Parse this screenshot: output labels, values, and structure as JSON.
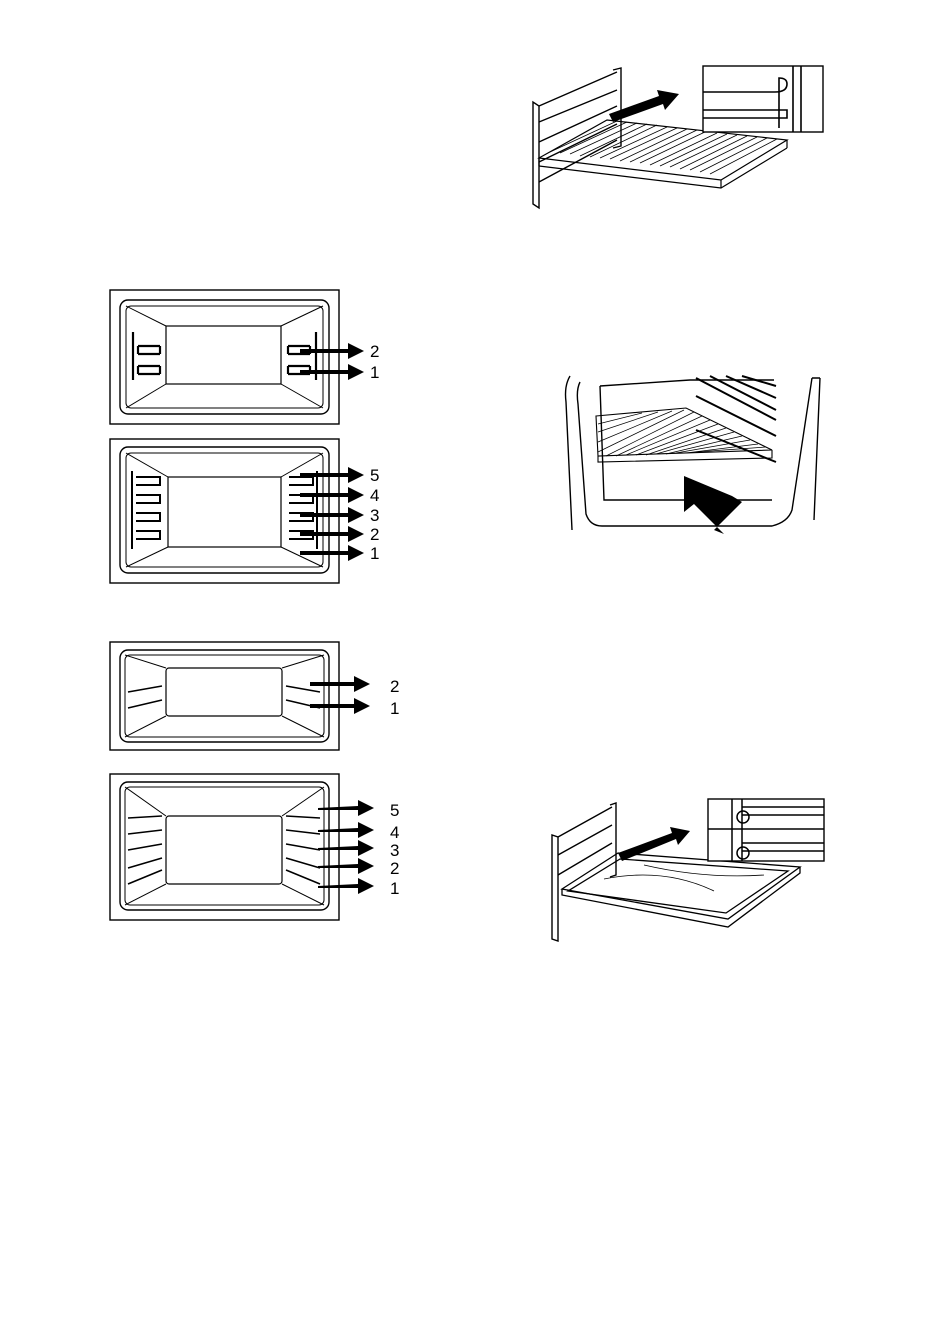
{
  "figures": {
    "cavity_2_clips": {
      "labels": [
        "2",
        "1"
      ]
    },
    "cavity_5_clips": {
      "labels": [
        "5",
        "4",
        "3",
        "2",
        "1"
      ]
    },
    "cavity_2_wire": {
      "labels": [
        "2",
        "1"
      ]
    },
    "cavity_5_wire": {
      "labels": [
        "5",
        "4",
        "3",
        "2",
        "1"
      ]
    }
  },
  "icons": {
    "arrow": "right-arrow-icon",
    "push_arrow": "push-arrow-icon"
  }
}
